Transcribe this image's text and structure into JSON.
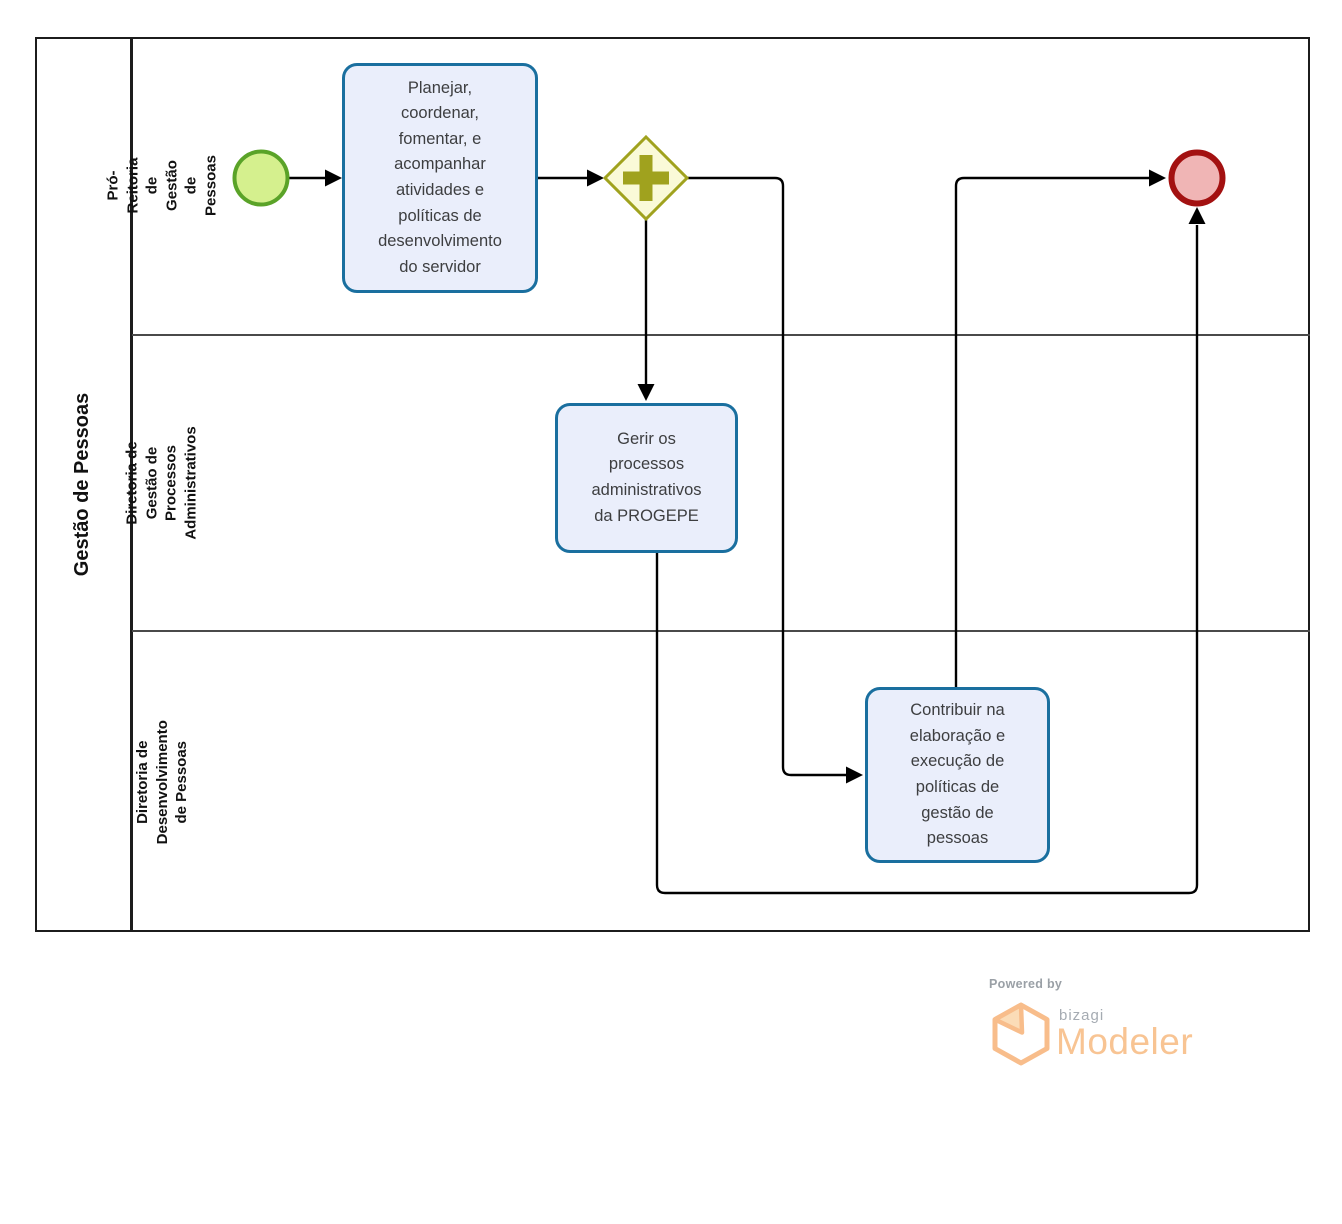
{
  "pool": {
    "label": "Gestão de Pessoas",
    "lanes": [
      {
        "label": "Pró-Reitoria de Gestão de Pessoas"
      },
      {
        "label": "Diretoria de Gestão de Processos Administrativos"
      },
      {
        "label": "Diretoria de Desenvolvimento de Pessoas"
      }
    ]
  },
  "nodes": {
    "start": {
      "kind": "start-event"
    },
    "task1": {
      "kind": "task",
      "label": "Planejar, coordenar, fomentar, e acompanhar atividades e políticas de desenvolvimento do servidor"
    },
    "gateway": {
      "kind": "parallel-gateway"
    },
    "task2": {
      "kind": "task",
      "label": "Gerir os processos administrativos da PROGEPE"
    },
    "task3": {
      "kind": "task",
      "label": "Contribuir na elaboração e execução de políticas de gestão de pessoas"
    },
    "end": {
      "kind": "end-event"
    }
  },
  "flows": [
    {
      "from": "start",
      "to": "task1"
    },
    {
      "from": "task1",
      "to": "gateway"
    },
    {
      "from": "gateway",
      "to": "task2"
    },
    {
      "from": "gateway",
      "to": "task3"
    },
    {
      "from": "task2",
      "to": "end"
    },
    {
      "from": "task3",
      "to": "end"
    }
  ],
  "colors": {
    "task_fill": "#eaeefb",
    "task_border": "#1a6f9f",
    "start_fill": "#d5f08e",
    "start_border": "#5aa328",
    "gateway_fill": "#fafad8",
    "gateway_border": "#a0a21e",
    "end_fill": "#f0b5b5",
    "end_border": "#a31111",
    "flow_line": "#000000"
  },
  "branding": {
    "powered_by": "Powered by",
    "brand": "bizagi",
    "product": "Modeler",
    "orange": "#f8bd8b",
    "gray": "#9aa0a6"
  }
}
